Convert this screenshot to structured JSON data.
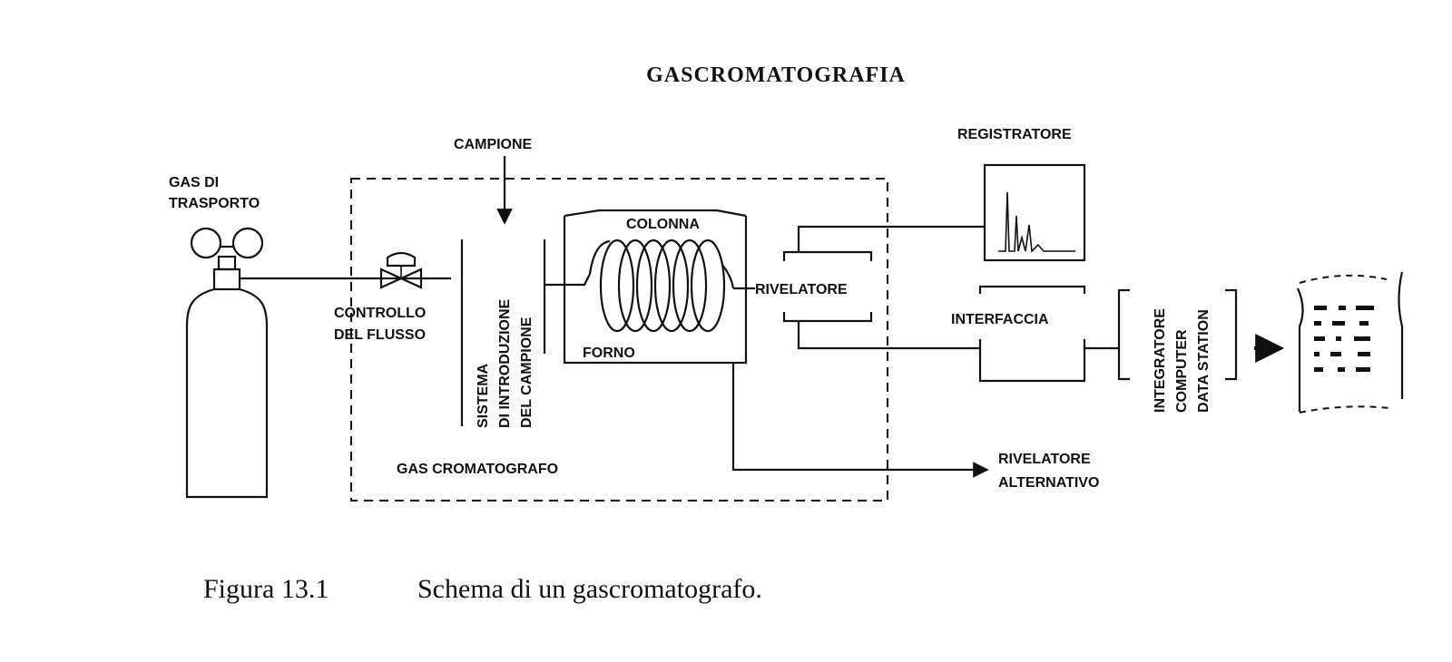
{
  "title": "GASCROMATOGRAFIA",
  "labels": {
    "carrier_gas": [
      "GAS DI",
      "TRASPORTO"
    ],
    "sample": "CAMPIONE",
    "flow_control": [
      "CONTROLLO",
      "DEL FLUSSO"
    ],
    "injection_system": [
      "SISTEMA",
      "DI INTRODUZIONE",
      "DEL CAMPIONE"
    ],
    "column": "COLONNA",
    "oven": "FORNO",
    "detector": "RIVELATORE",
    "recorder": "REGISTRATORE",
    "interface": "INTERFACCIA",
    "data_system": [
      "INTEGRATORE",
      "COMPUTER",
      "DATA STATION"
    ],
    "alt_detector": [
      "RIVELATORE",
      "ALTERNATIVO"
    ],
    "gas_chromatograph": "GAS CROMATOGRAFO"
  },
  "caption": {
    "number": "Figura 13.1",
    "text": "Schema di un gascromatografo."
  }
}
